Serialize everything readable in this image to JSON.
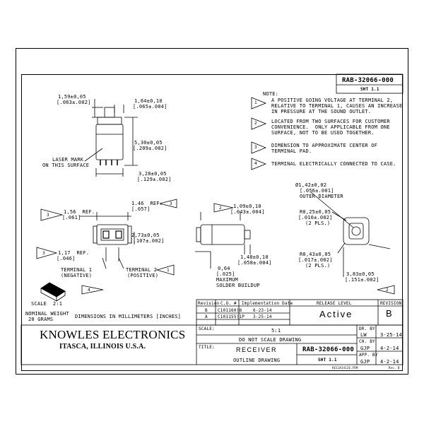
{
  "title_block": {
    "part_number_top": "RAB-32066-000",
    "sheet_top": "SHT 1.1",
    "revision_label": "Revision",
    "co_label": "C.O. #",
    "impl_date_label": "Implementation Date",
    "release_level_label": "RELEASE LEVEL",
    "revision_hdr": "REVISION",
    "rev_rows": [
      {
        "rev": "B",
        "co": "C101160(8",
        "date": "6-23-14"
      },
      {
        "rev": "A",
        "co": "C101155(1P",
        "date": "3-25-14"
      }
    ],
    "release_status": "Active",
    "revision_letter": "B",
    "scale_label": "SCALE:",
    "scale_value": "5:1",
    "do_not_scale": "DO NOT SCALE DRAWING",
    "title_label": "TITLE:",
    "title": "RECEIVER",
    "subtitle": "OUTLINE DRAWING",
    "part_number": "RAB-32066-000",
    "sheet": "SHT 1.1",
    "approvals": [
      {
        "label": "DR. BY",
        "name": "LW",
        "date": "3-25-14"
      },
      {
        "label": "CH. BY",
        "name": "GJP",
        "date": "4-2-14"
      },
      {
        "label": "APP. BY",
        "name": "GJP",
        "date": "4-2-14"
      }
    ],
    "file_ref": "RE11A3412E.FRM",
    "rev_small": "Rev. B"
  },
  "company": {
    "name": "KNOWLES ELECTRONICS",
    "location": "ITASCA, ILLINOIS U.S.A."
  },
  "notes": {
    "heading": "NOTE:",
    "items": [
      {
        "num": "1",
        "lines": [
          "A POSITIVE GOING VOLTAGE AT TERMINAL 2,",
          "RELATIVE TO TERMINAL 1, CAUSES AN INCREASE",
          "IN PRESSURE AT THE SOUND OUTLET."
        ]
      },
      {
        "num": "2",
        "lines": [
          "LOCATED FROM TWO SURFACES FOR CUSTOMER",
          "CONVENIENCE.  ONLY APPLICABLE FROM ONE",
          "SURFACE, NOT TO BE USED TOGETHER."
        ]
      },
      {
        "num": "3",
        "lines": [
          "DIMENSION TO APPROXIMATE CENTER OF",
          "TERMINAL PAD."
        ]
      },
      {
        "num": "4",
        "lines": [
          "TERMINAL ELECTRICALLY CONNECTED TO CASE."
        ]
      }
    ]
  },
  "dimensions": {
    "d1": [
      "1,59±0,05",
      "[.063±.002]"
    ],
    "d2": [
      "1,64±0,10",
      "[.065±.004]"
    ],
    "d3": [
      "5,30±0,05",
      "[.209±.002]"
    ],
    "d4": [
      "3,28±0,05",
      "[.129±.002]"
    ],
    "laser": [
      "LASER MARK",
      "ON THIS SURFACE"
    ],
    "d5": [
      "1,56  REF.",
      "[.061]"
    ],
    "d6": [
      "1.46  REF.",
      "[.057]"
    ],
    "d7": [
      "2,73±0,05",
      "[.107±.002]"
    ],
    "d8": [
      "1,17  REF.",
      "[.046]"
    ],
    "term1": [
      "TERMINAL 1",
      "(NEGATIVE)"
    ],
    "term2": [
      "TERMINAL 2",
      "(POSITIVE)"
    ],
    "d9": [
      "1,09±0,10",
      "[.043±.004]"
    ],
    "d10": [
      "1,48±0,10",
      "[.058±.004]"
    ],
    "d11": [
      "0,64",
      "[.025]",
      "MAXIMUM",
      "SOLDER BUILDUP"
    ],
    "d12": [
      "Ø1,42±0,02",
      "[.056±.001]",
      "OUTER DIAMETER"
    ],
    "d13": [
      "R0,25±0,05",
      "[.010±.002]",
      "(2 PLS.)"
    ],
    "d14": [
      "R0,43±0,05",
      "[.017±.002]",
      "(2 PLS.)"
    ],
    "d15": [
      "3,83±0,05",
      "[.151±.002]"
    ]
  },
  "misc": {
    "scale": "SCALE  2:1",
    "weight": [
      "NOMINAL WEIGHT",
      "20 GRAMS"
    ],
    "units": "DIMENSIONS IN MILLIMETERS [INCHES]"
  },
  "callouts": {
    "n1": "1",
    "n2": "2",
    "n3": "3",
    "n4": "4",
    "c_left": "3",
    "c_right": "3",
    "c_bottom": "4",
    "c_side": "2",
    "c_round": "2"
  }
}
